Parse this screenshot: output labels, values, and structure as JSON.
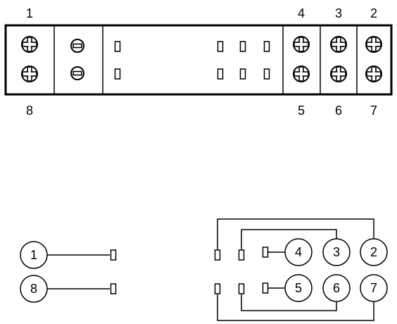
{
  "terminal_strip": {
    "top_labels": [
      "1",
      "4",
      "3",
      "2"
    ],
    "bottom_labels": [
      "8",
      "5",
      "6",
      "7"
    ]
  },
  "wiring": {
    "left_circles": [
      "1",
      "8"
    ],
    "right_top_circles": [
      "4",
      "3",
      "2"
    ],
    "right_bottom_circles": [
      "5",
      "6",
      "7"
    ]
  },
  "colors": {
    "line": "#000000",
    "background": "#ffffff"
  }
}
